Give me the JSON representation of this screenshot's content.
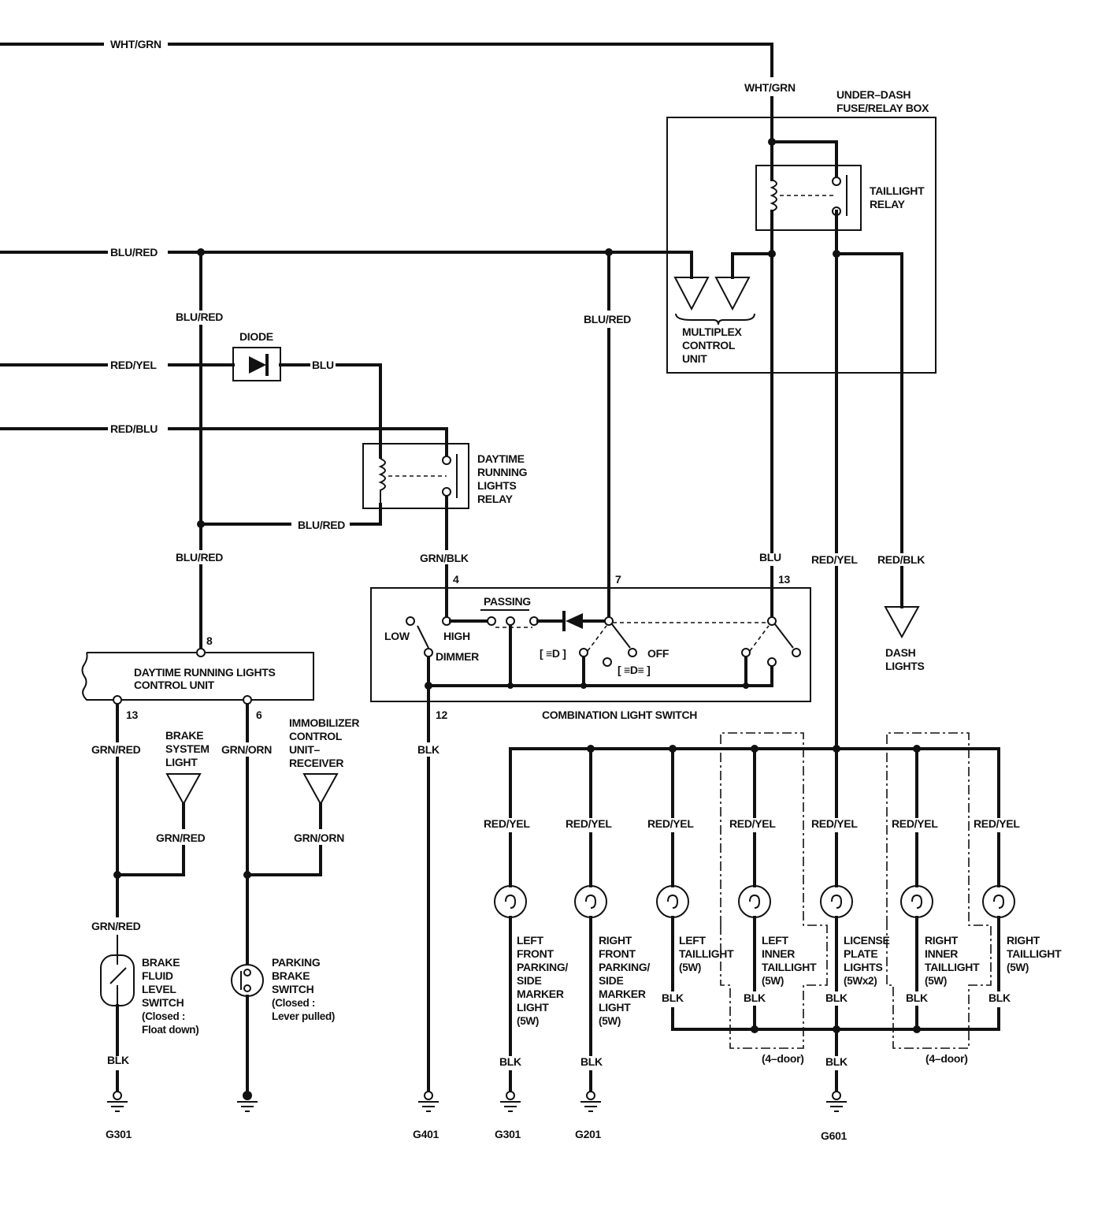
{
  "wire_colors": {
    "wht_grn": "WHT/GRN",
    "blu_red": "BLU/RED",
    "red_yel": "RED/YEL",
    "red_blu": "RED/BLU",
    "blu": "BLU",
    "grn_blk": "GRN/BLK",
    "red_blk": "RED/BLK",
    "grn_red": "GRN/RED",
    "grn_orn": "GRN/ORN",
    "blk": "BLK"
  },
  "components": {
    "diode": "DIODE",
    "under_dash_box": [
      "UNDER–DASH",
      "FUSE/RELAY BOX"
    ],
    "taillight_relay": [
      "TAILLIGHT",
      "RELAY"
    ],
    "multiplex_control_unit": [
      "MULTIPLEX",
      "CONTROL",
      "UNIT"
    ],
    "drl_relay": [
      "DAYTIME",
      "RUNNING",
      "LIGHTS",
      "RELAY"
    ],
    "drl_control_unit": [
      "DAYTIME RUNNING LIGHTS",
      "CONTROL UNIT"
    ],
    "combination_light_switch": "COMBINATION LIGHT SWITCH",
    "dash_lights": [
      "DASH",
      "LIGHTS"
    ],
    "brake_system_light": [
      "BRAKE",
      "SYSTEM",
      "LIGHT"
    ],
    "immobilizer": [
      "IMMOBILIZER",
      "CONTROL",
      "UNIT–",
      "RECEIVER"
    ],
    "brake_fluid_level_switch": [
      "BRAKE",
      "FLUID",
      "LEVEL",
      "SWITCH",
      "(Closed :",
      "Float down)"
    ],
    "parking_brake_switch": [
      "PARKING",
      "BRAKE",
      "SWITCH",
      "(Closed :",
      "Lever pulled)"
    ]
  },
  "switch_labels": {
    "passing": "PASSING",
    "low": "LOW",
    "high": "HIGH",
    "dimmer": "DIMMER",
    "off": "OFF",
    "headlight_sym": "[ ≡D ]",
    "park_sym": "[ ≡D≡ ]"
  },
  "pins": {
    "drl_8": "8",
    "drl_13": "13",
    "drl_6": "6",
    "sw_4": "4",
    "sw_7": "7",
    "sw_13": "13",
    "sw_12": "12"
  },
  "lights": {
    "left_front_parking": [
      "LEFT",
      "FRONT",
      "PARKING/",
      "SIDE",
      "MARKER",
      "LIGHT",
      "(5W)"
    ],
    "right_front_parking": [
      "RIGHT",
      "FRONT",
      "PARKING/",
      "SIDE",
      "MARKER",
      "LIGHT",
      "(5W)"
    ],
    "left_taillight": [
      "LEFT",
      "TAILLIGHT",
      "(5W)"
    ],
    "left_inner_taillight": [
      "LEFT",
      "INNER",
      "TAILLIGHT",
      "(5W)"
    ],
    "license_plate": [
      "LICENSE",
      "PLATE",
      "LIGHTS",
      "(5Wx2)"
    ],
    "right_inner_taillight": [
      "RIGHT",
      "INNER",
      "TAILLIGHT",
      "(5W)"
    ],
    "right_taillight": [
      "RIGHT",
      "TAILLIGHT",
      "(5W)"
    ]
  },
  "four_door": "(4–door)",
  "grounds": {
    "g301_a": "G301",
    "g401": "G401",
    "g301_b": "G301",
    "g201": "G201",
    "g601": "G601"
  }
}
